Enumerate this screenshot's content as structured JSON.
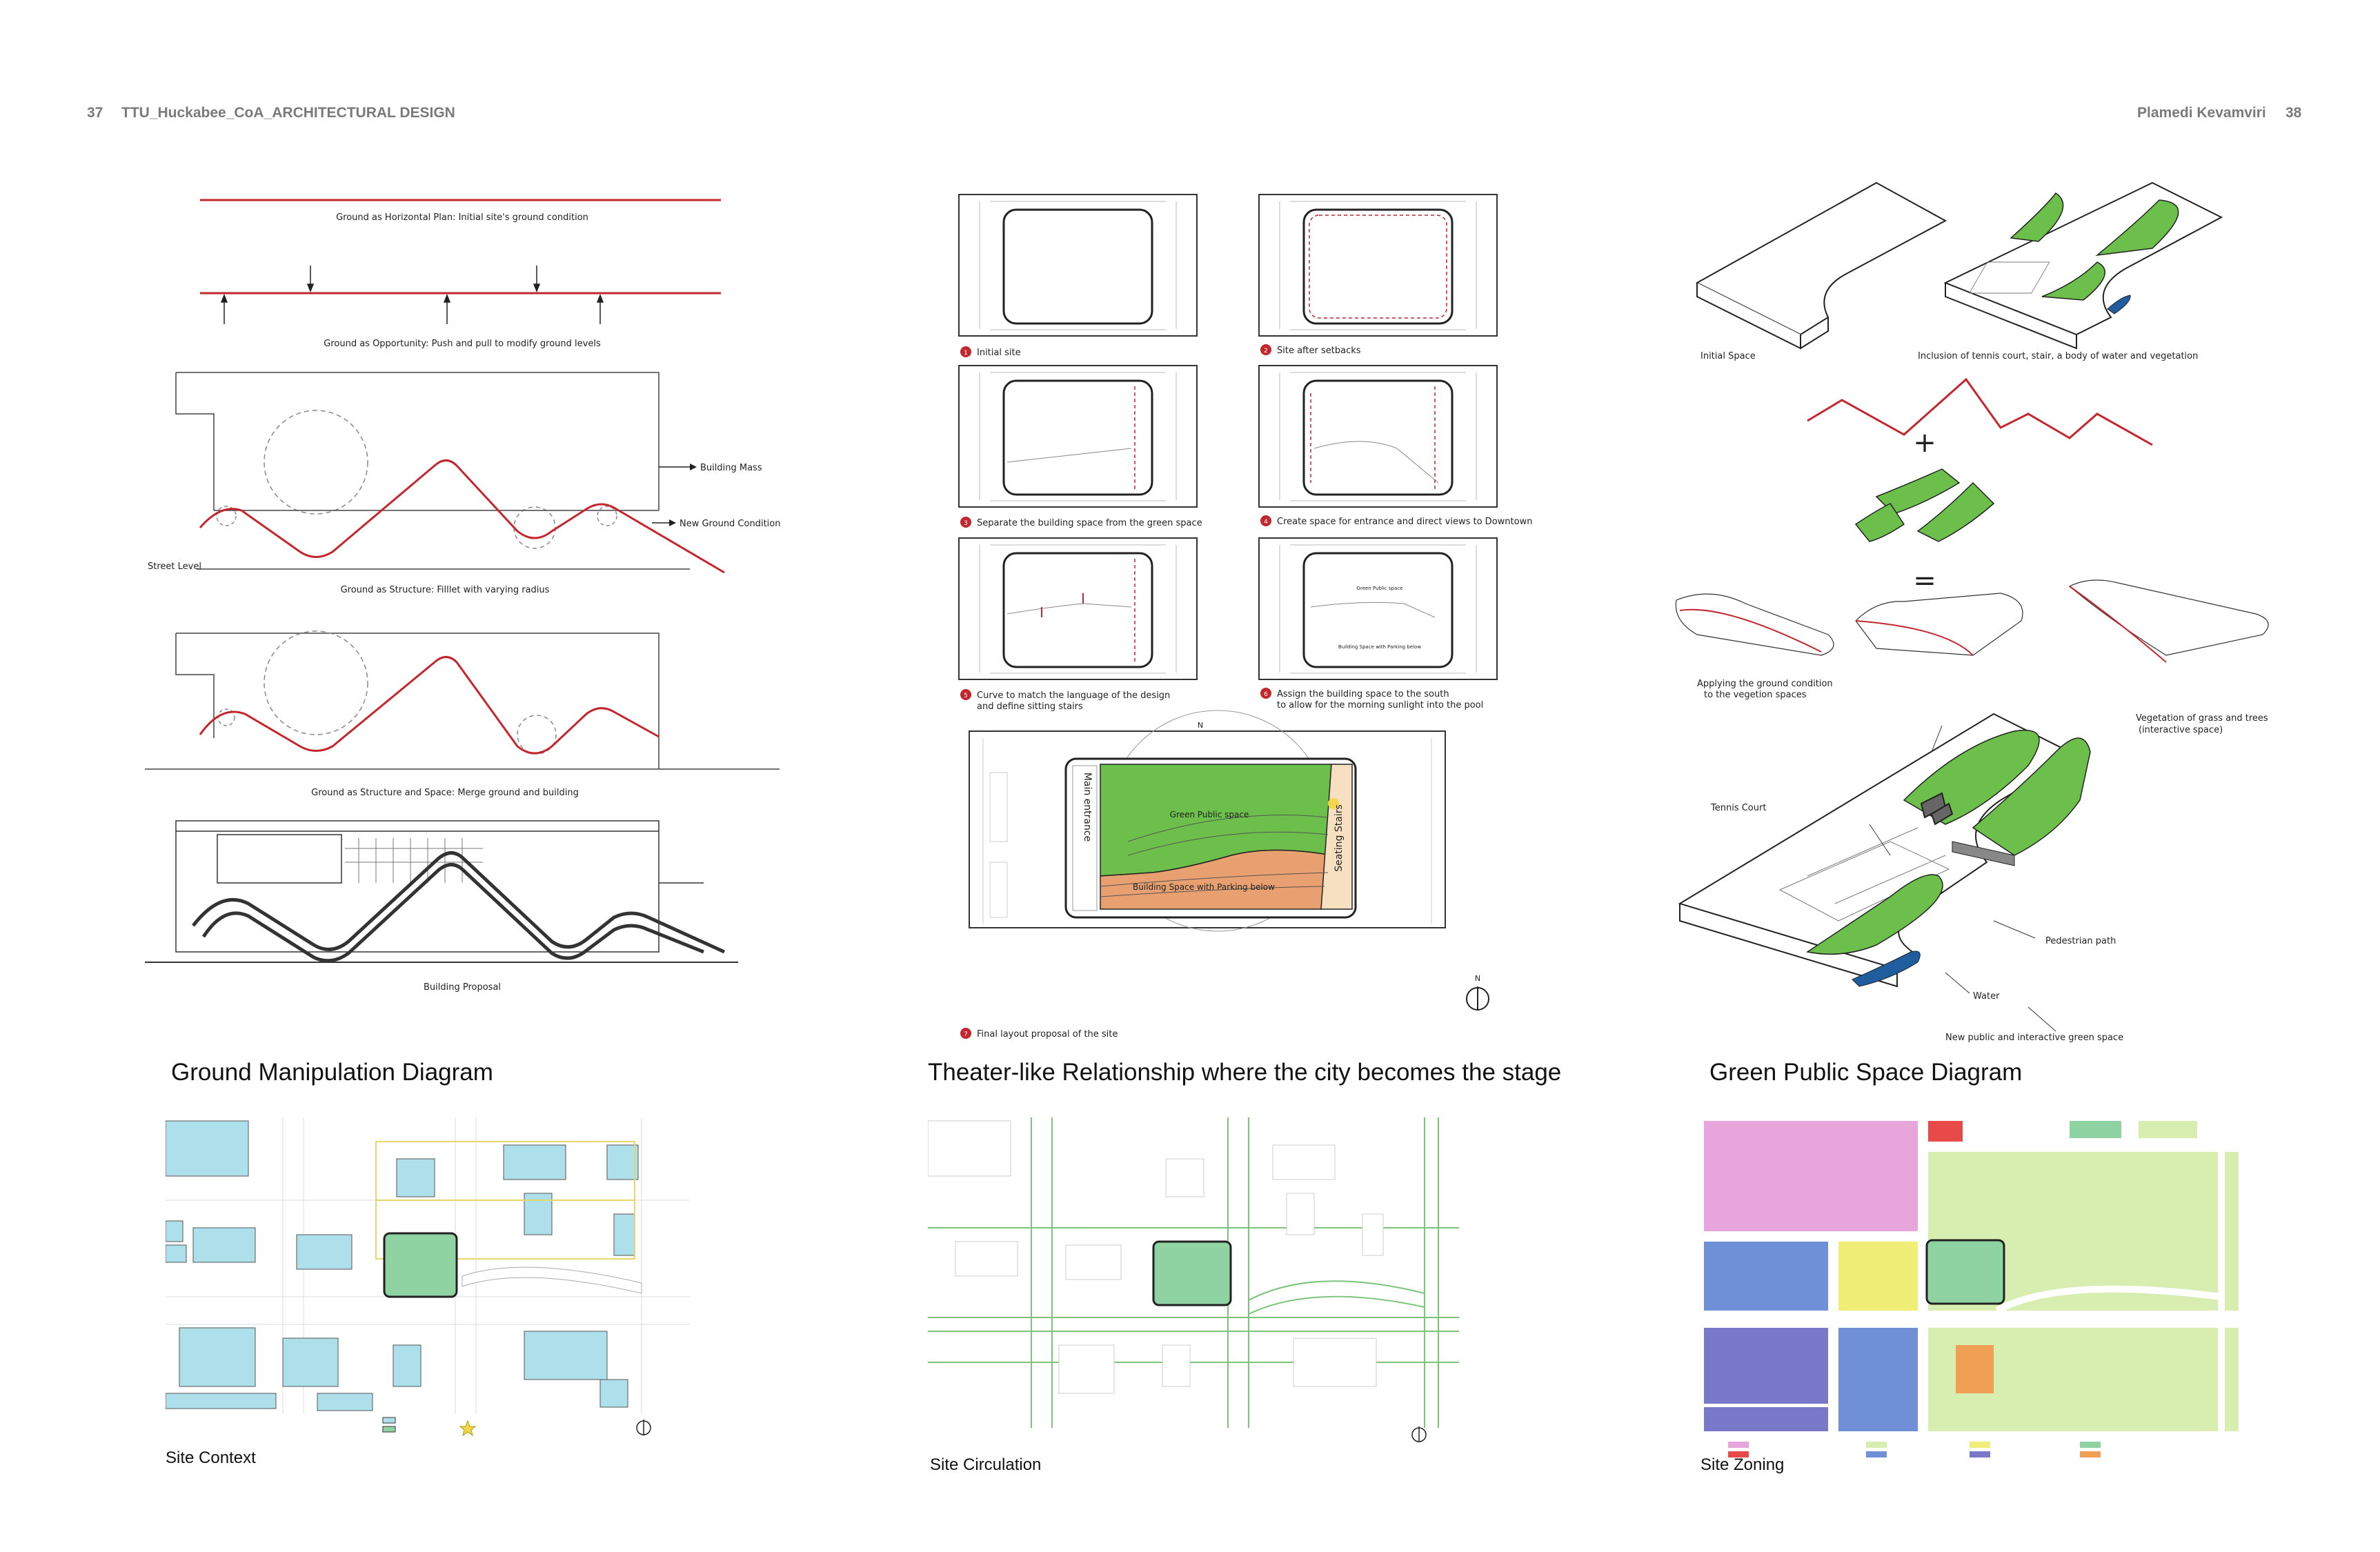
{
  "header": {
    "page_left": "37",
    "title_left": "TTU_Huckabee_CoA_ARCHITECTURAL DESIGN",
    "author_right": "Plamedi Kevamviri",
    "page_right": "38"
  },
  "ground": {
    "caption": "Ground Manipulation Diagram",
    "label1": "Ground as Horizontal Plan: Initial site's ground condition",
    "label2": "Ground as Opportunity: Push and pull to modify ground levels",
    "building_mass": "Building Mass",
    "new_ground": "New Ground Condition",
    "street_level": "Street Level",
    "label3": "Ground as Structure: Filllet with varying radius",
    "label4": "Ground as Structure and Space: Merge ground and building",
    "label5": "Building Proposal"
  },
  "theater": {
    "caption": "Theater-like Relationship where the city becomes the stage",
    "steps": [
      {
        "num": "1",
        "text": "Initial site"
      },
      {
        "num": "2",
        "text": "Site after setbacks"
      },
      {
        "num": "3",
        "text": "Separate the building space from the green space"
      },
      {
        "num": "4",
        "text": "Create space for entrance and direct views to Downtown"
      },
      {
        "num": "5",
        "text": "Curve to match the language of the design"
      },
      {
        "num": "6",
        "text": "Assign the building space to the south"
      }
    ],
    "step5_line2": "and define sitting stairs",
    "step6_line2": "to allow for the morning sunlight into the pool",
    "step7_num": "7",
    "step7_text": "Final layout proposal of the site",
    "green_public": "Green Public space",
    "building_parking": "Building Space with Parking below",
    "seating": "Seating Stairs",
    "main_entrance": "Main entrance",
    "small_green": "Green Public space",
    "small_building": "Building Space with Parking below",
    "north": "N"
  },
  "green": {
    "caption": "Green Public Space Diagram",
    "initial": "Initial Space",
    "inclusion": "Inclusion of tennis court, stair, a body of water and vegetation",
    "plus": "+",
    "equals": "=",
    "applying1": "Applying the ground condition",
    "applying2": "to the vegetion spaces",
    "vegetation1": "Vegetation of grass and trees",
    "vegetation2": "(interactive space)",
    "tennis": "Tennis Court",
    "pedestrian": "Pedestrian path",
    "water": "Water",
    "new_public": "New public and interactive green space"
  },
  "maps": {
    "context": "Site Context",
    "circulation": "Site Circulation",
    "zoning": "Site Zoning"
  },
  "colors": {
    "red": "#c4262e",
    "green": "#6cbf4b",
    "orange": "#e8a070",
    "water": "#1f5d9e",
    "light_blue": "#aee0ec",
    "site_green": "#8fd3a3"
  }
}
